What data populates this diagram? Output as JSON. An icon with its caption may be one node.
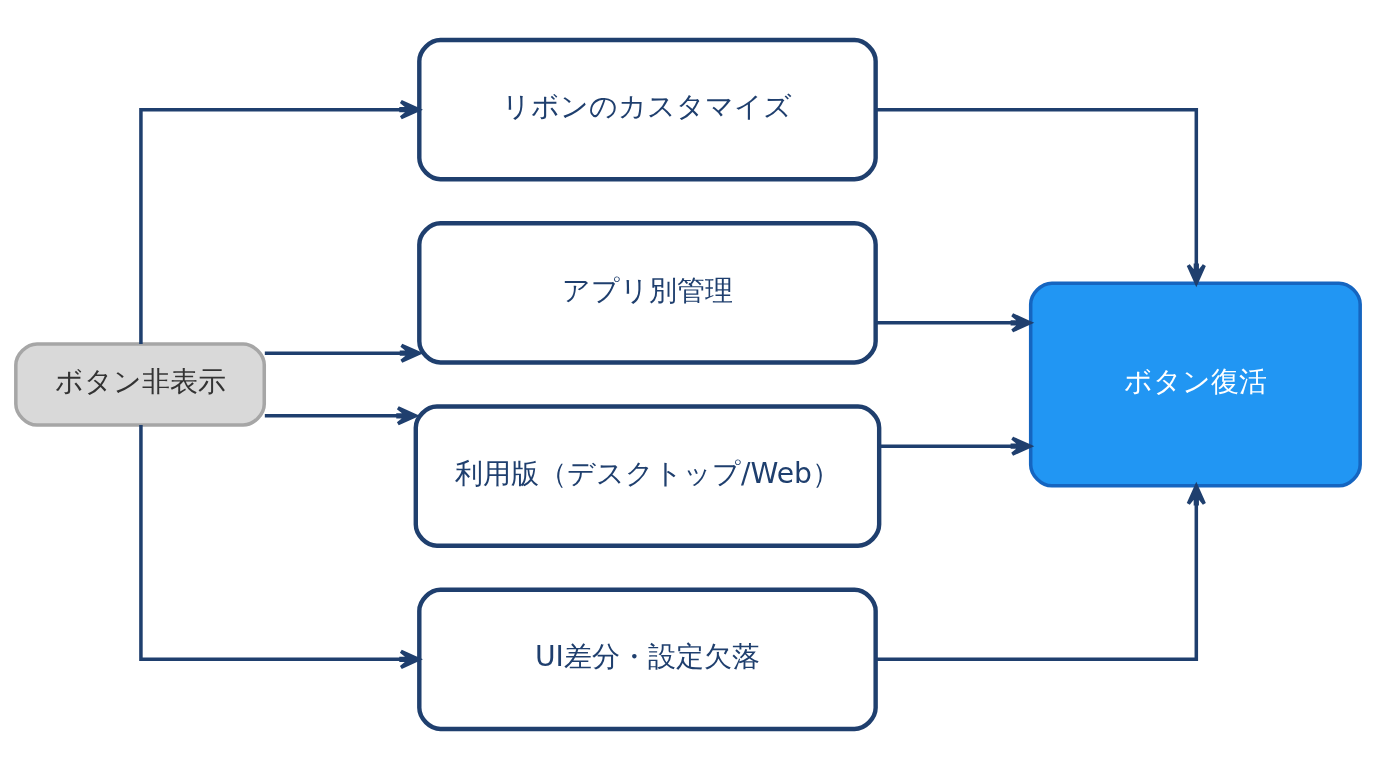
{
  "diagram": {
    "nodes": [
      {
        "text": [
          "ボタン非表示"
        ]
      },
      {
        "text": [
          "リボンのカスタマイズ"
        ]
      },
      {
        "text": [
          "アプリ別管理"
        ]
      },
      {
        "text": [
          "利用版（デスクトップ/Web）"
        ]
      },
      {
        "text": [
          "UI差分・設定欠落"
        ]
      },
      {
        "text": [
          "ボタン復活"
        ]
      }
    ],
    "edges": [
      {
        "from": 0,
        "to": 1,
        "arrow": "to"
      },
      {
        "from": 0,
        "to": 2,
        "arrow": "to"
      },
      {
        "from": 0,
        "to": 3,
        "arrow": "to"
      },
      {
        "from": 0,
        "to": 4,
        "arrow": "to"
      },
      {
        "from": 1,
        "to": 5,
        "arrow": "to"
      },
      {
        "from": 2,
        "to": 5,
        "arrow": "to"
      },
      {
        "from": 3,
        "to": 5,
        "arrow": "to"
      },
      {
        "from": 4,
        "to": 5,
        "arrow": "to"
      }
    ]
  }
}
